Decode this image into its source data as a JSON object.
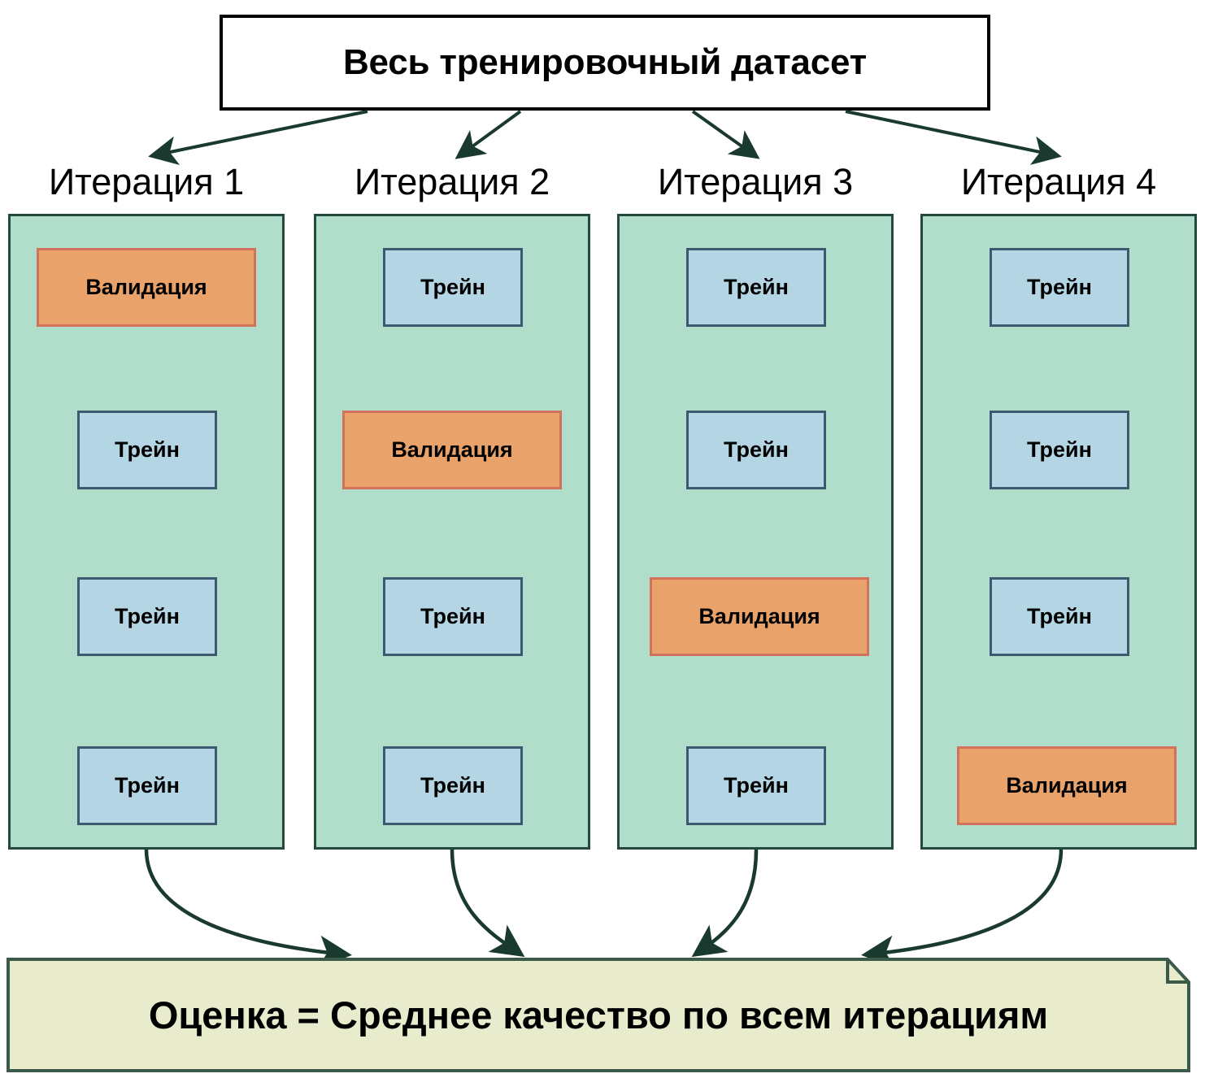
{
  "diagram": {
    "title": "Весь тренировочный датасет",
    "summary": "Оценка = Среднее качество по всем итерациям",
    "colors": {
      "validation_fill": "#E8A26A",
      "validation_border": "#D2725B",
      "train_fill": "#B4D6E4",
      "train_border": "#3B5A72",
      "column_fill": "#B0DECB",
      "column_border": "#23493F",
      "note_fill": "#E9EBCD",
      "note_border": "#3B5A4A",
      "arrow": "#1A3A30",
      "title_border": "#000000"
    },
    "labels": {
      "train": "Трейн",
      "validation": "Валидация"
    },
    "iterations": [
      {
        "label": "Итерация 1",
        "blocks": [
          {
            "kind": "validation",
            "text": "Валидация"
          },
          {
            "kind": "train",
            "text": "Трейн"
          },
          {
            "kind": "train",
            "text": "Трейн"
          },
          {
            "kind": "train",
            "text": "Трейн"
          }
        ]
      },
      {
        "label": "Итерация 2",
        "blocks": [
          {
            "kind": "train",
            "text": "Трейн"
          },
          {
            "kind": "validation",
            "text": "Валидация"
          },
          {
            "kind": "train",
            "text": "Трейн"
          },
          {
            "kind": "train",
            "text": "Трейн"
          }
        ]
      },
      {
        "label": "Итерация 3",
        "blocks": [
          {
            "kind": "train",
            "text": "Трейн"
          },
          {
            "kind": "train",
            "text": "Трейн"
          },
          {
            "kind": "validation",
            "text": "Валидация"
          },
          {
            "kind": "train",
            "text": "Трейн"
          }
        ]
      },
      {
        "label": "Итерация 4",
        "blocks": [
          {
            "kind": "train",
            "text": "Трейн"
          },
          {
            "kind": "train",
            "text": "Трейн"
          },
          {
            "kind": "train",
            "text": "Трейн"
          },
          {
            "kind": "validation",
            "text": "Валидация"
          }
        ]
      }
    ]
  }
}
